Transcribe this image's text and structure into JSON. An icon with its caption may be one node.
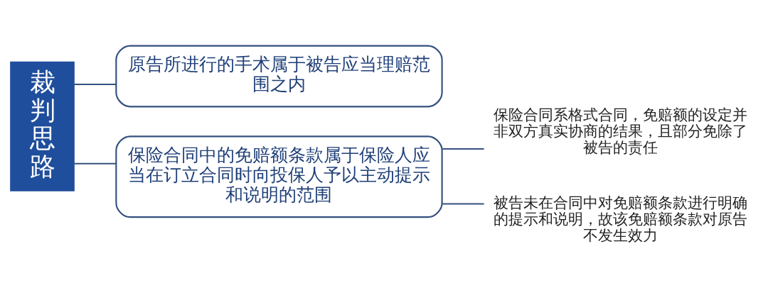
{
  "diagram": {
    "nodes": [
      {
        "text": [
          "裁判思路"
        ]
      },
      {
        "text": [
          "原告所进行的手术属于被告应当理赔范围之内"
        ]
      },
      {
        "text": [
          "保险合同中的免赔额条款属于保险人应当在订立合同时向投保人予以主动提示和说明的范围"
        ]
      },
      {
        "text": [
          "保险合同系格式合同，免赔额的设定并非双方真实协商的结果，且部分免除了被告的责任"
        ]
      },
      {
        "text": [
          "被告未在合同中对免赔额条款进行明确的提示和说明，故该免赔额条款对原告不发生效力"
        ]
      }
    ],
    "edges": [
      {
        "from": 0,
        "to": 1,
        "arrow": "none"
      },
      {
        "from": 0,
        "to": 2,
        "arrow": "none"
      },
      {
        "from": 2,
        "to": 3,
        "arrow": "none"
      },
      {
        "from": 2,
        "to": 4,
        "arrow": "none"
      }
    ]
  }
}
